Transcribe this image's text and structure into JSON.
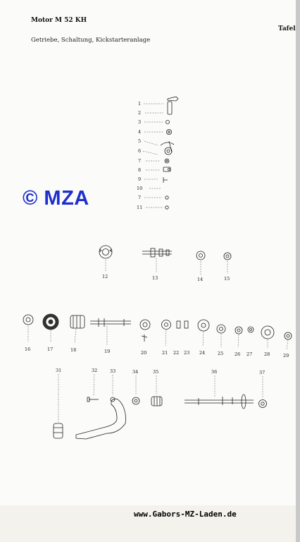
{
  "header": {
    "title": "Motor M 52 KH",
    "subtitle": "Getriebe, Schaltung, Kickstarteranlage",
    "tafel": "Tafel"
  },
  "watermark": "© MZA",
  "footer": {
    "url": "www.Gabors-MZ-Laden.de"
  },
  "colors": {
    "watermark": "#1f2fcf",
    "ink": "#222222",
    "paper": "#fbfbf9"
  },
  "diagram": {
    "column_labels": [
      "1",
      "2",
      "3",
      "4",
      "5",
      "6",
      "7",
      "8",
      "9",
      "10",
      "7",
      "11"
    ],
    "row1_labels": [
      "12",
      "13",
      "14",
      "15"
    ],
    "row2_labels": [
      "16",
      "17",
      "18",
      "19",
      "20",
      "21",
      "22",
      "23",
      "24",
      "25",
      "26",
      "27",
      "28",
      "29"
    ],
    "row3_labels": [
      "31",
      "32",
      "33",
      "34",
      "35",
      "36",
      "37"
    ]
  }
}
